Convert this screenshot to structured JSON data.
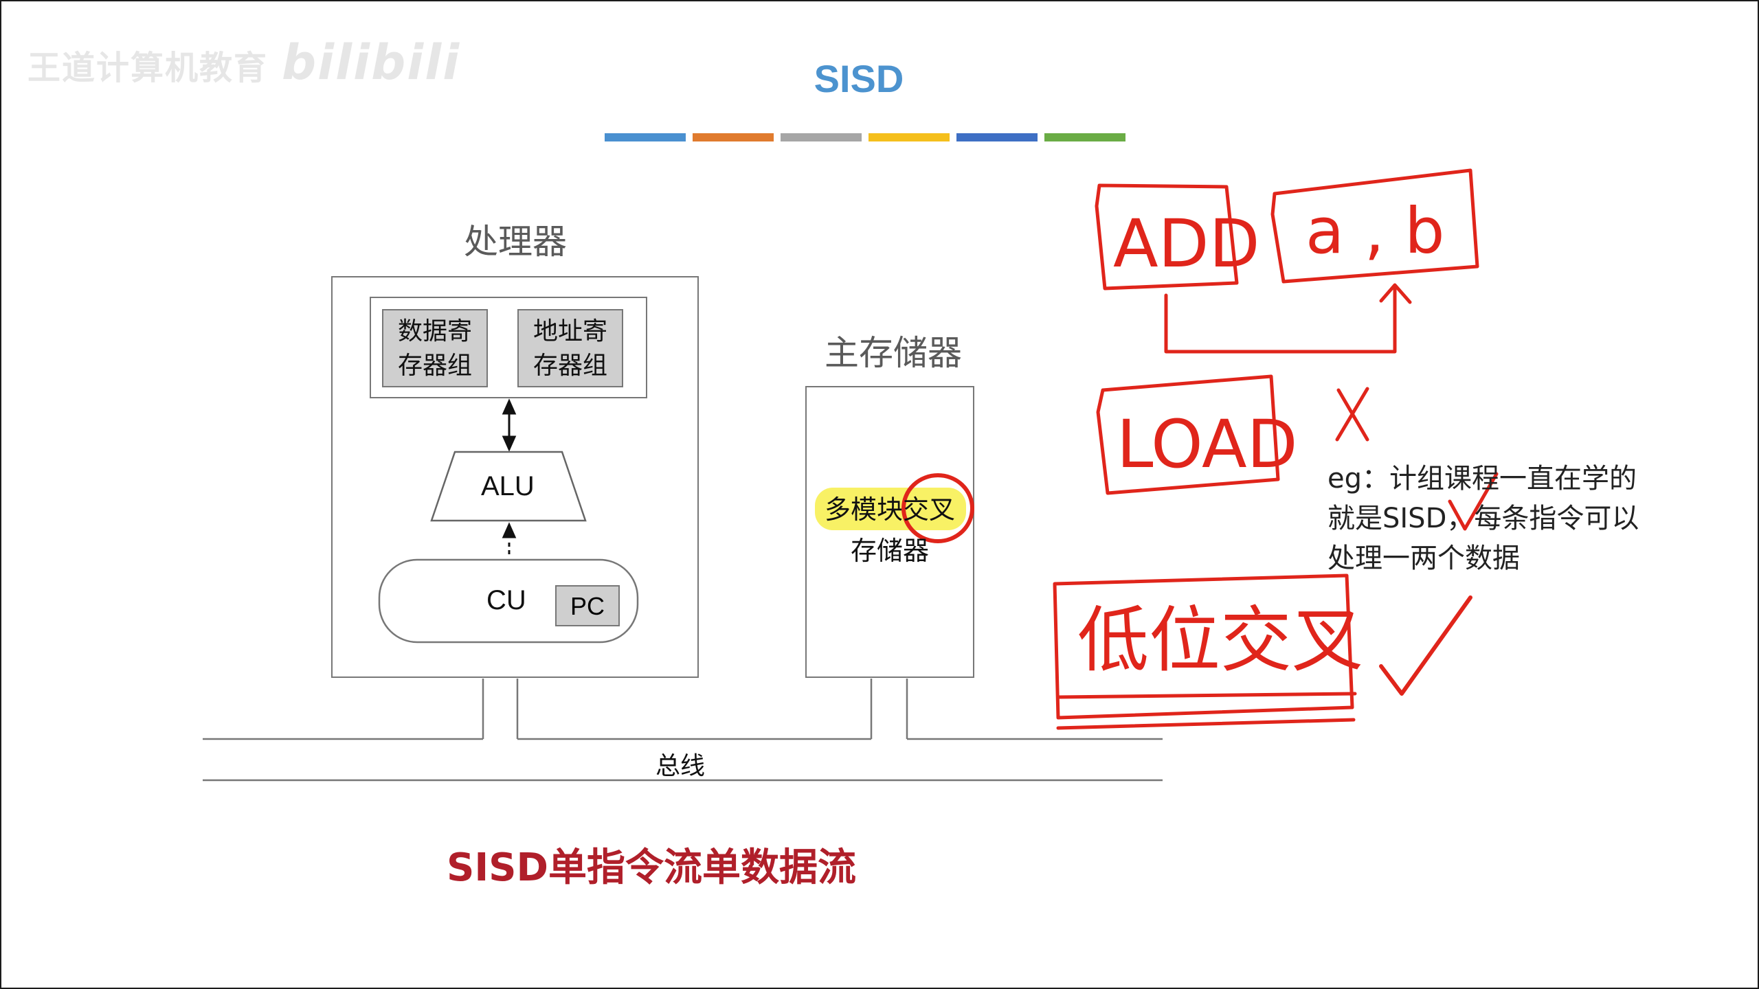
{
  "watermark": {
    "text": "王道计算机教育",
    "logo": "bilibili"
  },
  "slide": {
    "title": "SISD",
    "color_bars": [
      "#4a90d0",
      "#e07b2e",
      "#a6a6a6",
      "#f5bf1c",
      "#3e6fc4",
      "#6aac45"
    ],
    "processor": {
      "label": "处理器",
      "data_reg_line1": "数据寄",
      "data_reg_line2": "存器组",
      "addr_reg_line1": "地址寄",
      "addr_reg_line2": "存器组",
      "alu": "ALU",
      "cu": "CU",
      "pc": "PC"
    },
    "memory": {
      "label": "主存储器",
      "line1": "多模块交叉",
      "line2": "存储器",
      "highlight_color": "#f7ef4a"
    },
    "bus_label": "总线",
    "subtitle": "SISD单指令流单数据流"
  },
  "annotations": {
    "add": "ADD",
    "operands": "a , b",
    "load": "LOAD",
    "cross": "X",
    "low_interleave": "低位交叉",
    "note_line1": "eg：计组课程一直在学的",
    "note_line2": "就是SISD，每条指令可以",
    "note_line3": "处理一两个数据",
    "ink_color": "#e0251b"
  }
}
